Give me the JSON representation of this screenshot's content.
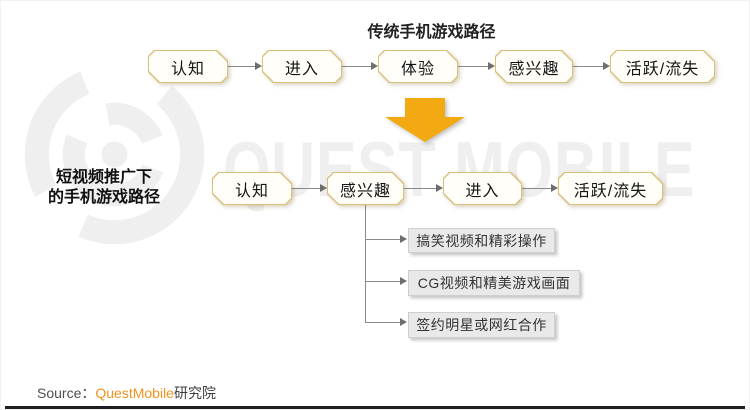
{
  "flows": {
    "traditional": {
      "title": "传统手机游戏路径",
      "steps": [
        "认知",
        "进入",
        "体验",
        "感兴趣",
        "活跃/流失"
      ]
    },
    "short_video": {
      "title_line1": "短视频推广下",
      "title_line2": "的手机游戏路径",
      "steps": [
        "认知",
        "感兴趣",
        "进入",
        "活跃/流失"
      ],
      "branches": [
        "搞笑视频和精彩操作",
        "CG视频和精美游戏画面",
        "签约明星或网红合作"
      ]
    }
  },
  "watermark": {
    "brand": "QUEST MOBILE"
  },
  "footer": {
    "source_label": "Source：",
    "brand": "QuestMobile",
    "suffix": "研究院"
  },
  "colors": {
    "gold_arrow": "#F2A912",
    "node_border": "#D8C07A",
    "node_fill": "#FFFEF8",
    "line_gray": "#8A8A8A",
    "branch_fill": "#E9E9E9",
    "branch_border": "#CFCFCF",
    "brand_orange": "#F0931F",
    "watermark_gray": "#EFEFEF",
    "bottom_bar": "#1E1E1E"
  }
}
